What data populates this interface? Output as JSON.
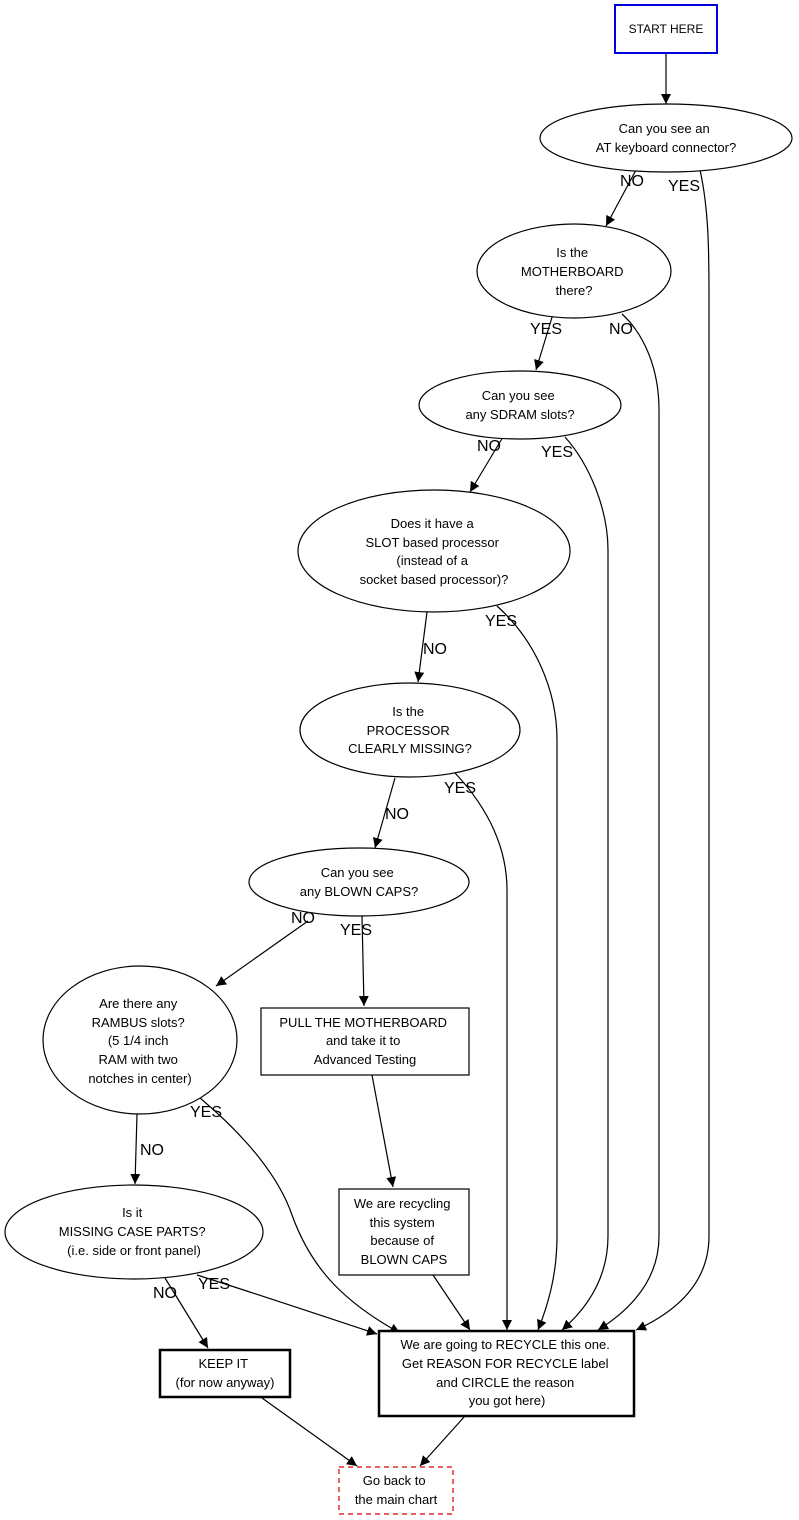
{
  "nodes": {
    "start": {
      "lines": [
        "START HERE"
      ],
      "color": "#0000dd"
    },
    "at_keyboard": {
      "lines": [
        "Can you see an",
        "AT keyboard connector?"
      ]
    },
    "motherboard": {
      "lines": [
        "Is the",
        "MOTHERBOARD",
        "there?"
      ]
    },
    "sdram": {
      "lines": [
        "Can you see",
        "any SDRAM slots?"
      ]
    },
    "slot_proc": {
      "lines": [
        "Does it have a",
        "SLOT based processor",
        "(instead of a",
        "socket based processor)?"
      ]
    },
    "proc_missing": {
      "lines": [
        "Is the",
        "PROCESSOR",
        "CLEARLY MISSING?"
      ]
    },
    "blown_caps": {
      "lines": [
        "Can you see",
        "any BLOWN CAPS?"
      ]
    },
    "rambus": {
      "lines": [
        "Are there any",
        "RAMBUS slots?",
        "(5 1/4 inch",
        "RAM with two",
        "notches in center)"
      ]
    },
    "pull_mb": {
      "lines": [
        "PULL THE MOTHERBOARD",
        "and take it to",
        "Advanced Testing"
      ]
    },
    "recycling_caps": {
      "lines": [
        "We are recycling",
        "this system",
        "because of",
        "BLOWN CAPS"
      ]
    },
    "case_parts": {
      "lines": [
        "Is it",
        "MISSING CASE PARTS?",
        "(i.e. side or front panel)"
      ]
    },
    "keep_it": {
      "lines": [
        "KEEP IT",
        "(for now anyway)"
      ]
    },
    "recycle": {
      "lines": [
        "We are going to RECYCLE this one.",
        "Get REASON FOR RECYCLE label",
        "and CIRCLE the reason",
        "you got here)"
      ]
    },
    "go_back": {
      "lines": [
        "Go back to",
        "the main chart"
      ],
      "color": "#dd0000"
    }
  },
  "labels": {
    "yes": "YES",
    "no": "NO"
  }
}
